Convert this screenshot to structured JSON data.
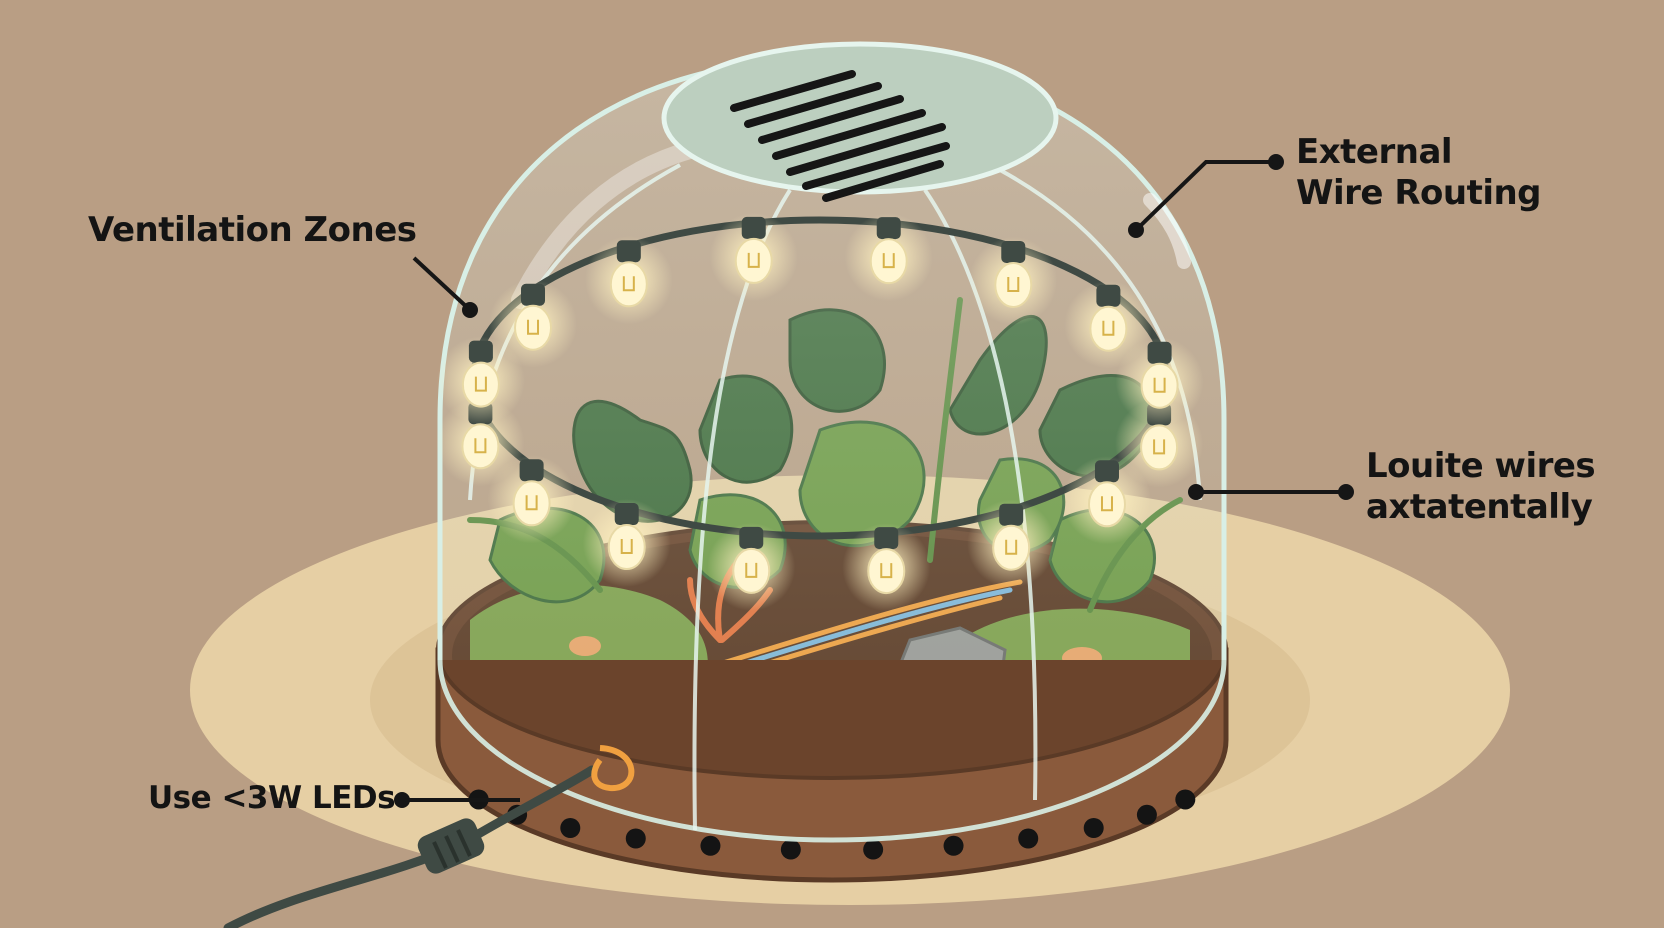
{
  "labels": {
    "ventilation": "Ventilation Zones",
    "external_routing": "External\nWire Routing",
    "route_wires": "Louite wires\naxtatentally",
    "led_power": "Use <3W LEDs"
  },
  "palette": {
    "background": "#b99e84",
    "table": "#e6cfa4",
    "base_wood": "#8a5a3c",
    "soil": "#5c3a24",
    "moss": "#7fa04c",
    "leaf_dark": "#3f6b3a",
    "leaf_light": "#6f9a45",
    "glass_edge": "#d8efe6",
    "vent": "#bccfbf",
    "wire": "#3f4a44",
    "bulb": "#fff6d2",
    "wire_orange": "#f0a040",
    "wire_blue": "#7fb6d8"
  },
  "icons": {
    "vent": "vent-grille-icon",
    "bulb": "led-bulb-icon",
    "plug": "cable-connector-icon"
  },
  "light_string": {
    "bulb_count": 16
  },
  "base": {
    "vent_holes": 12
  }
}
